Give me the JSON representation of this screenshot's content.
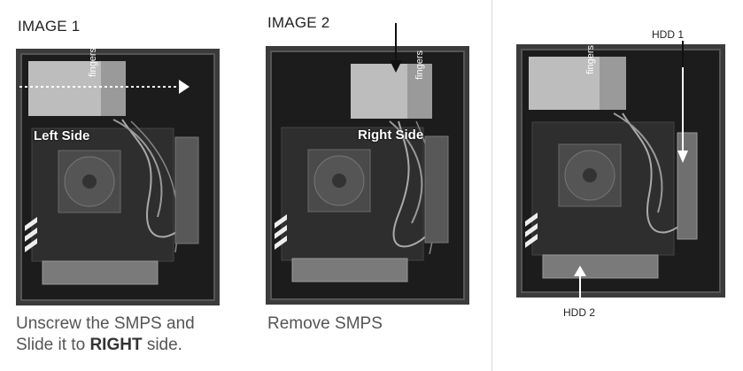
{
  "panel1": {
    "heading": "IMAGE 1",
    "overlay_label": "Left Side",
    "caption_line1": "Unscrew the SMPS and",
    "caption_line2_pre": "Slide it to ",
    "caption_line2_bold": "RIGHT",
    "caption_line2_post": " side."
  },
  "panel2": {
    "heading": "IMAGE 2",
    "overlay_label": "Right Side",
    "caption": "Remove SMPS"
  },
  "panel3": {
    "label_top": "HDD 1",
    "label_bottom": "HDD 2"
  },
  "psu_brand": "fingers"
}
